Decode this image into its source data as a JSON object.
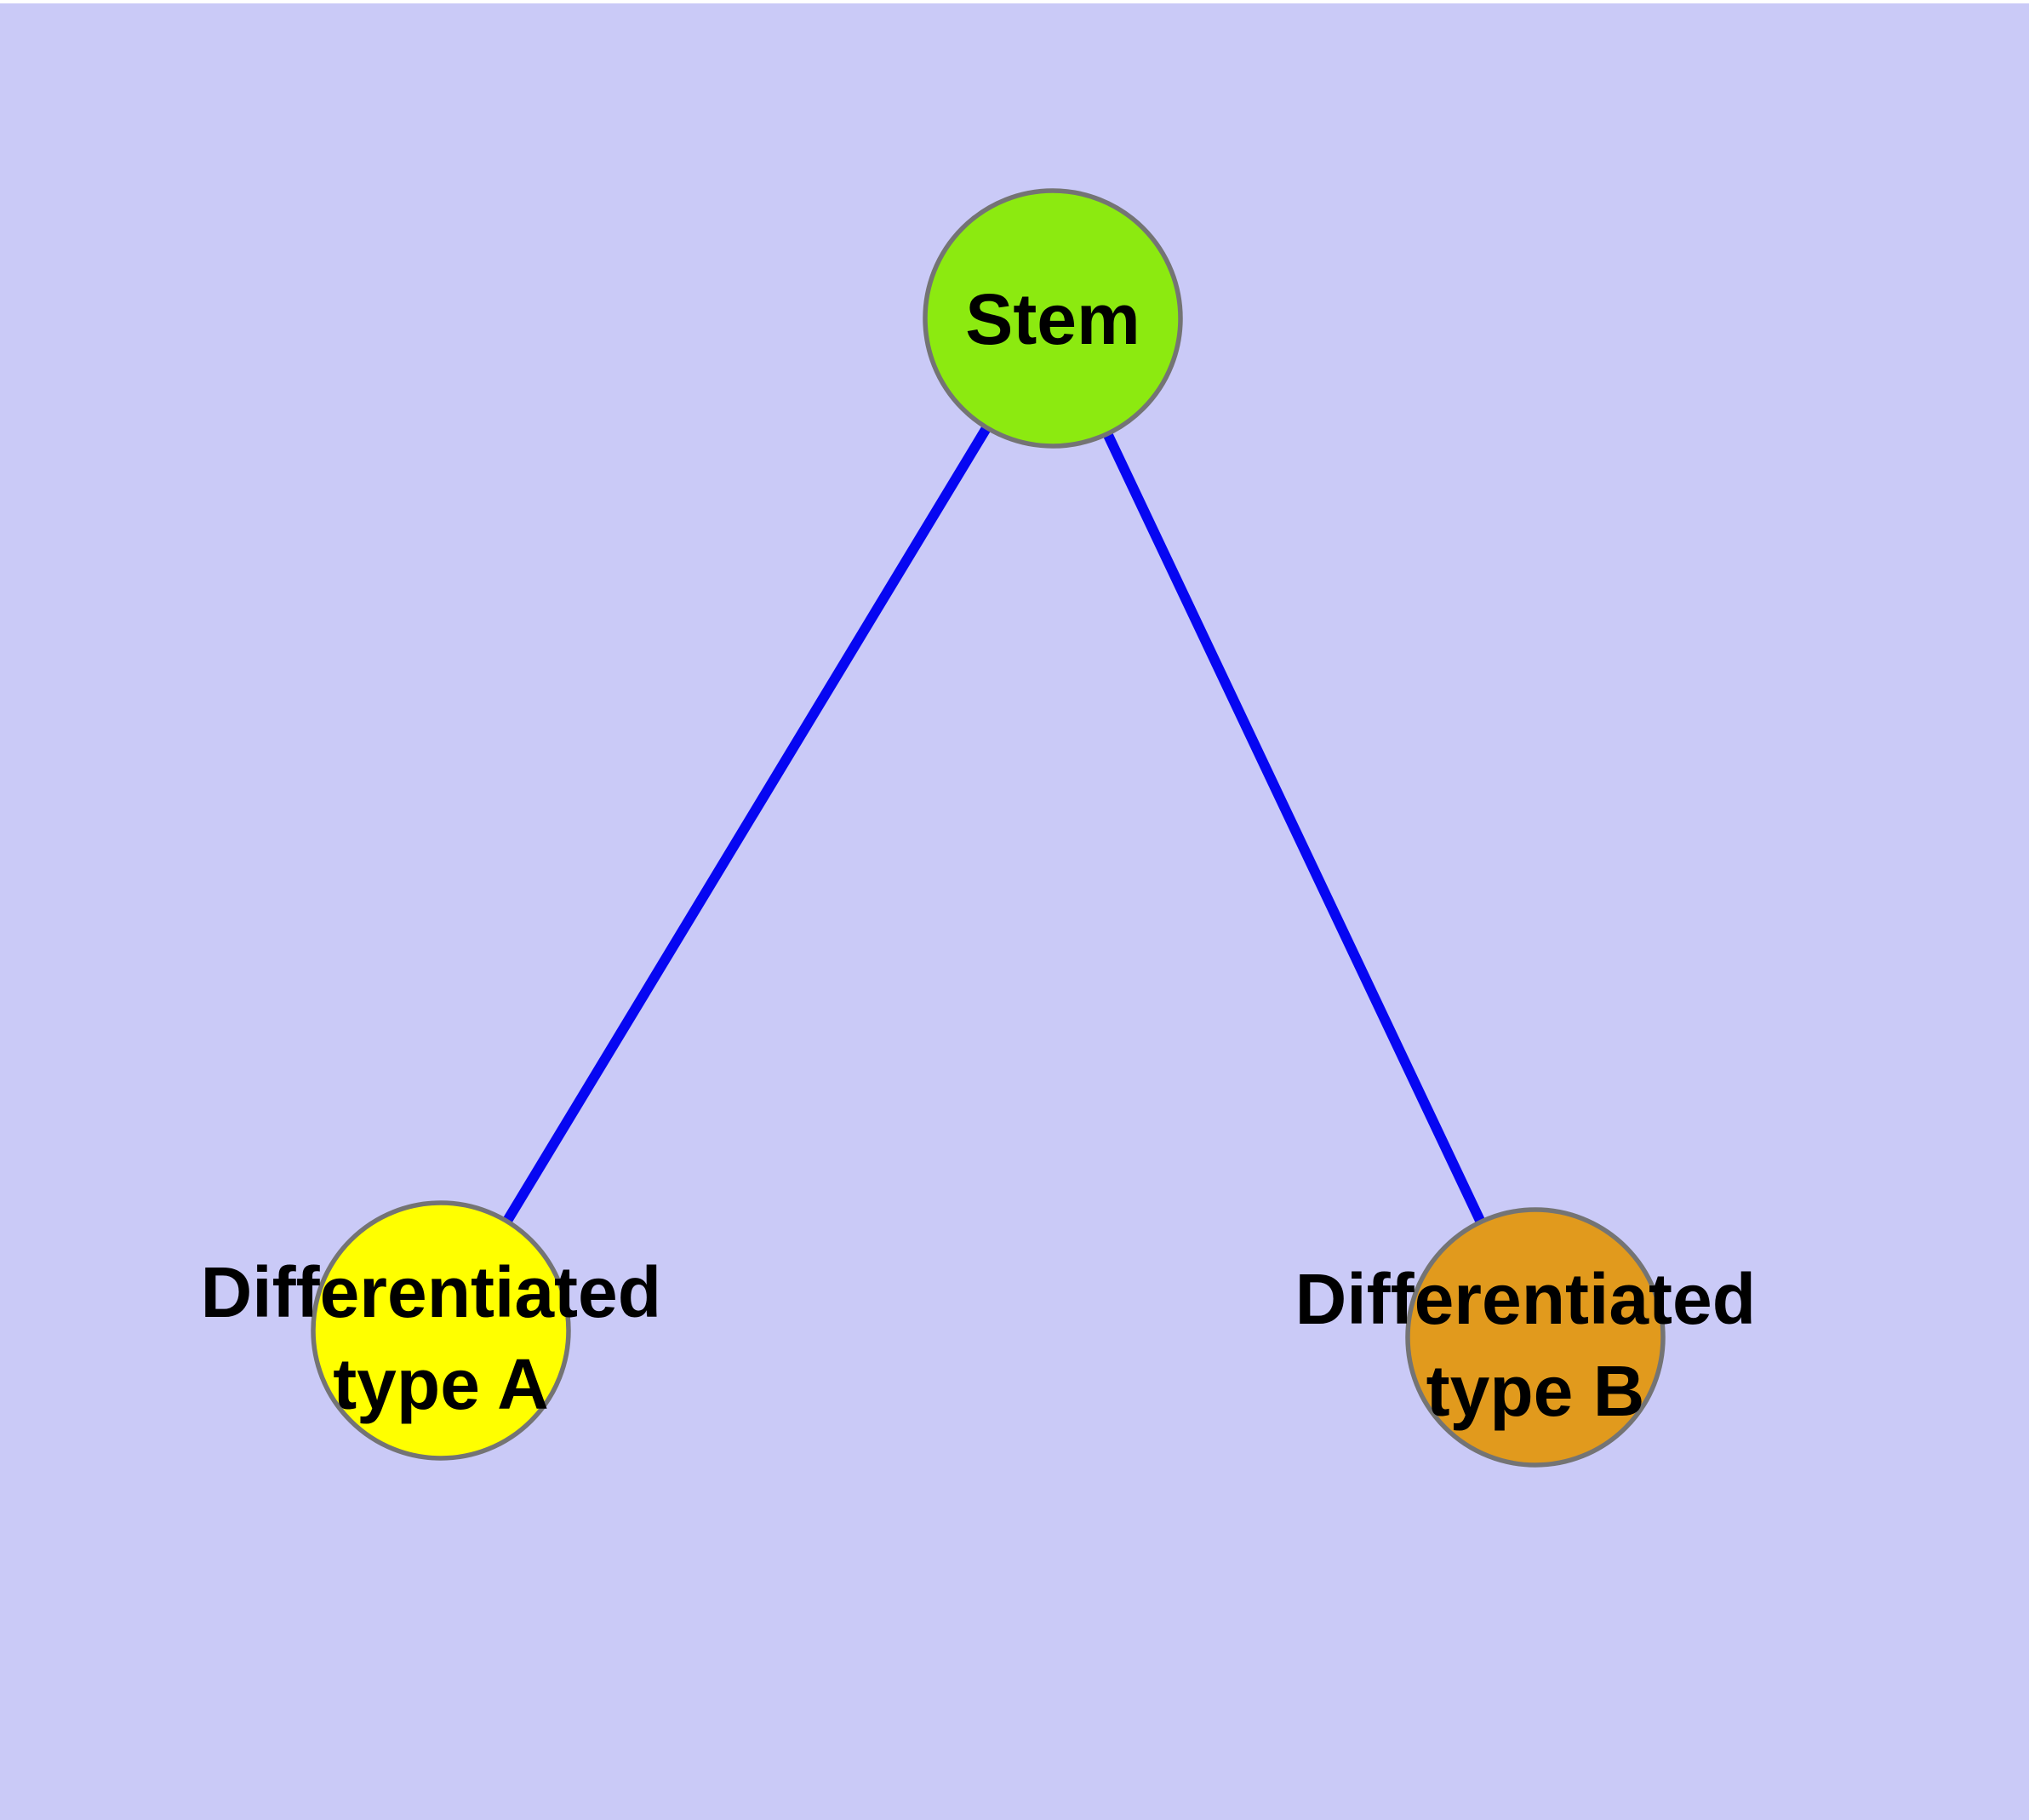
{
  "diagram": {
    "type": "graph",
    "description": "Stem cell differentiation hierarchy diagram",
    "background_color": "#cacaf7",
    "edge_color": "#0606f2",
    "node_border_color": "#747474",
    "label_color": "#000000",
    "nodes": [
      {
        "id": "stem",
        "label": "Stem",
        "label_lines": [
          "Stem"
        ],
        "fill_color": "#8cea10"
      },
      {
        "id": "differentiated-type-a",
        "label": "Differentiated type A",
        "label_lines": [
          "Differentiated",
          "type A"
        ],
        "fill_color": "#ffff00"
      },
      {
        "id": "differentiated-type-b",
        "label": "Differentiated type B",
        "label_lines": [
          "Differentiated",
          "type B"
        ],
        "fill_color": "#e19a1d"
      }
    ],
    "edges": [
      {
        "from": "stem",
        "to": "differentiated-type-a"
      },
      {
        "from": "stem",
        "to": "differentiated-type-b"
      }
    ]
  }
}
